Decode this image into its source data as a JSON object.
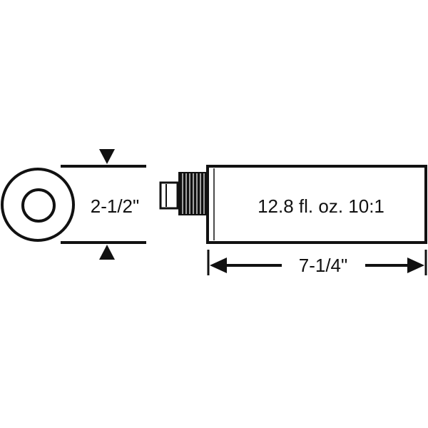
{
  "diagram": {
    "diameter_label": "2-1/2\"",
    "length_label": "7-1/4\"",
    "body_label": "12.8 fl. oz. 10:1"
  },
  "colors": {
    "ink": "#111111",
    "background": "#ffffff"
  }
}
